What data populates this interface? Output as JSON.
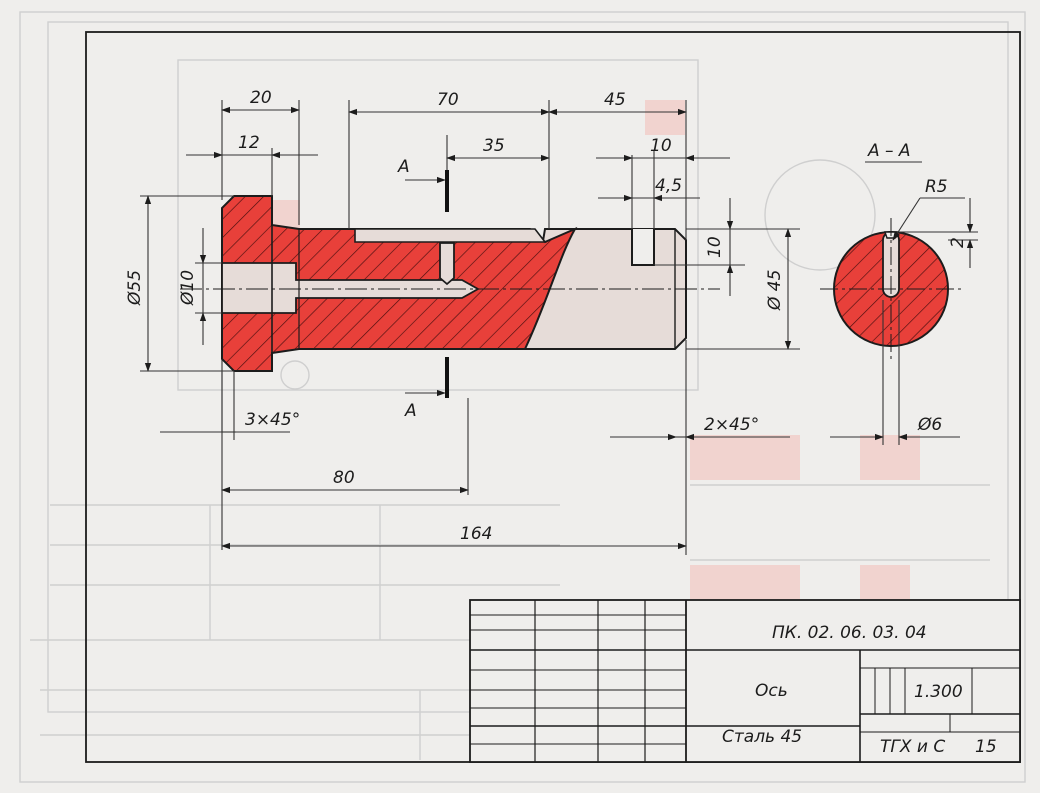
{
  "drawing": {
    "accent": "#e8403a",
    "hatch_color": "#4a0f0f",
    "dimensions": {
      "d20": "20",
      "d70": "70",
      "d45": "45",
      "d12": "12",
      "d35": "35",
      "d10_top": "10",
      "d4_5": "4,5",
      "d10_slot": "10",
      "diam45": "Ø 45",
      "diam55": "Ø55",
      "diam10": "Ø10",
      "chamfer_left": "3×45°",
      "chamfer_right": "2×45°",
      "d80": "80",
      "d164": "164",
      "r5": "R5",
      "d2": "2",
      "diam6": "Ø6"
    },
    "section_marks": {
      "top": "А",
      "bottom": "А",
      "section_title": "А – А"
    }
  },
  "title_block": {
    "designation": "ПК. 02. 06. 03. 04",
    "part_name": "Ось",
    "material": "Сталь 45",
    "scale": "1.300",
    "organization": "ТГХ и С",
    "group": "15"
  }
}
